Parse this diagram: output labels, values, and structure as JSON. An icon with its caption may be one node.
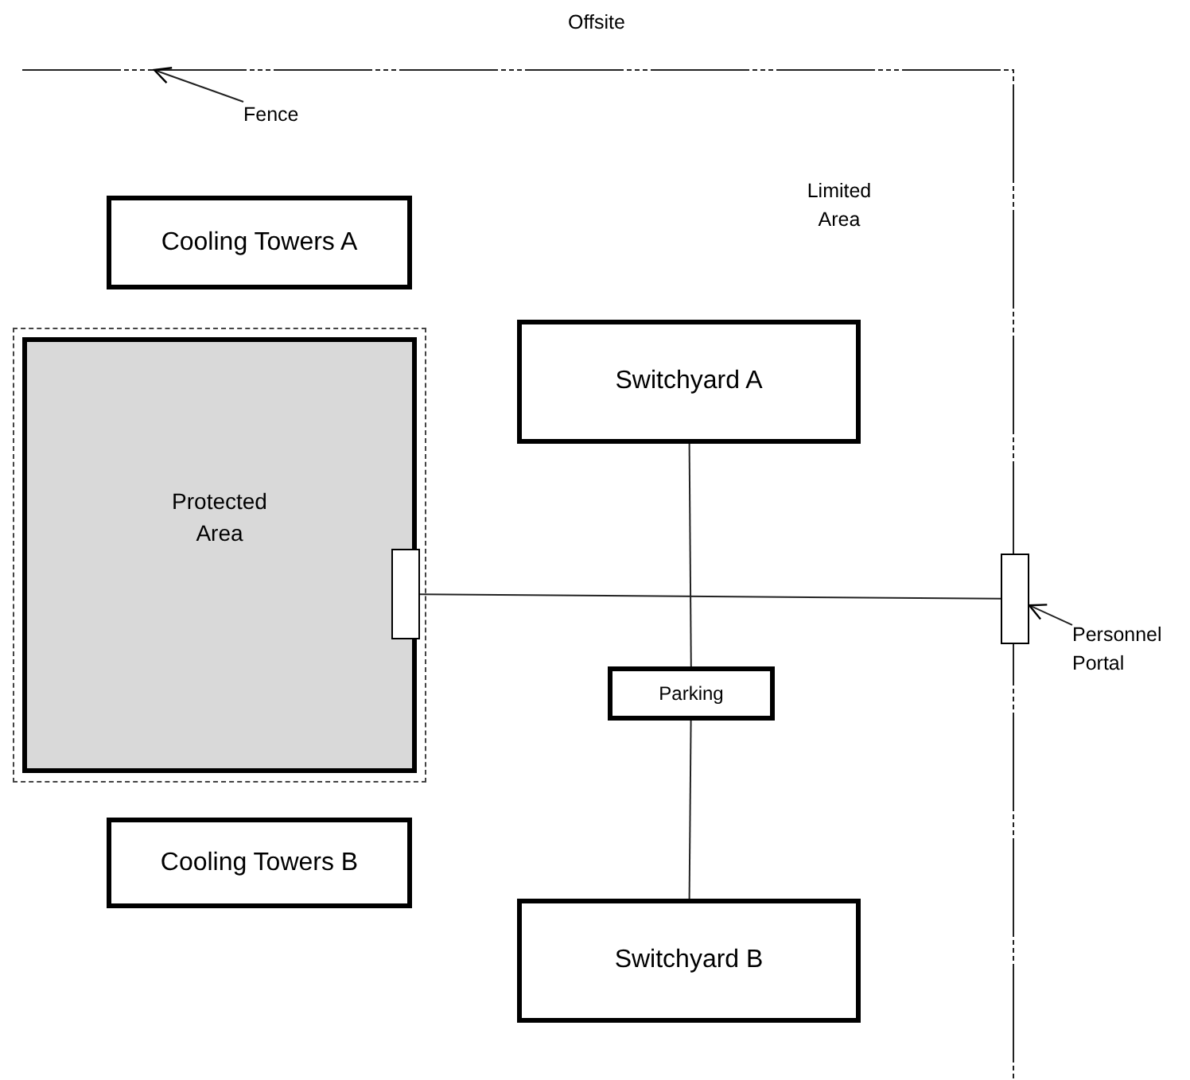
{
  "diagram": {
    "nodes": [
      {
        "text": [
          "Fence"
        ]
      },
      {
        "text": [
          "Cooling Towers A"
        ]
      },
      {
        "text": [
          "Switchyard A"
        ]
      },
      {
        "text": [
          "Protected Area"
        ]
      },
      {
        "text": [],
        "shape": "box",
        "in": 3
      },
      {
        "text": [],
        "shape": "box"
      },
      {
        "text": [
          "Personnel Portal"
        ]
      },
      {
        "text": [
          "Parking"
        ]
      },
      {
        "text": [
          "Cooling Towers B"
        ]
      },
      {
        "text": [
          "Switchyard B"
        ]
      }
    ],
    "edges": [
      {
        "from": 0,
        "to": null,
        "arrow": "to"
      },
      {
        "from": 2,
        "to": 7,
        "arrow": "none"
      },
      {
        "from": 4,
        "to": 5,
        "arrow": "none"
      },
      {
        "from": 6,
        "to": 5,
        "arrow": "to"
      },
      {
        "from": 7,
        "to": 9,
        "arrow": "none"
      }
    ],
    "labels": [
      "Offsite",
      "Limited Area"
    ]
  }
}
